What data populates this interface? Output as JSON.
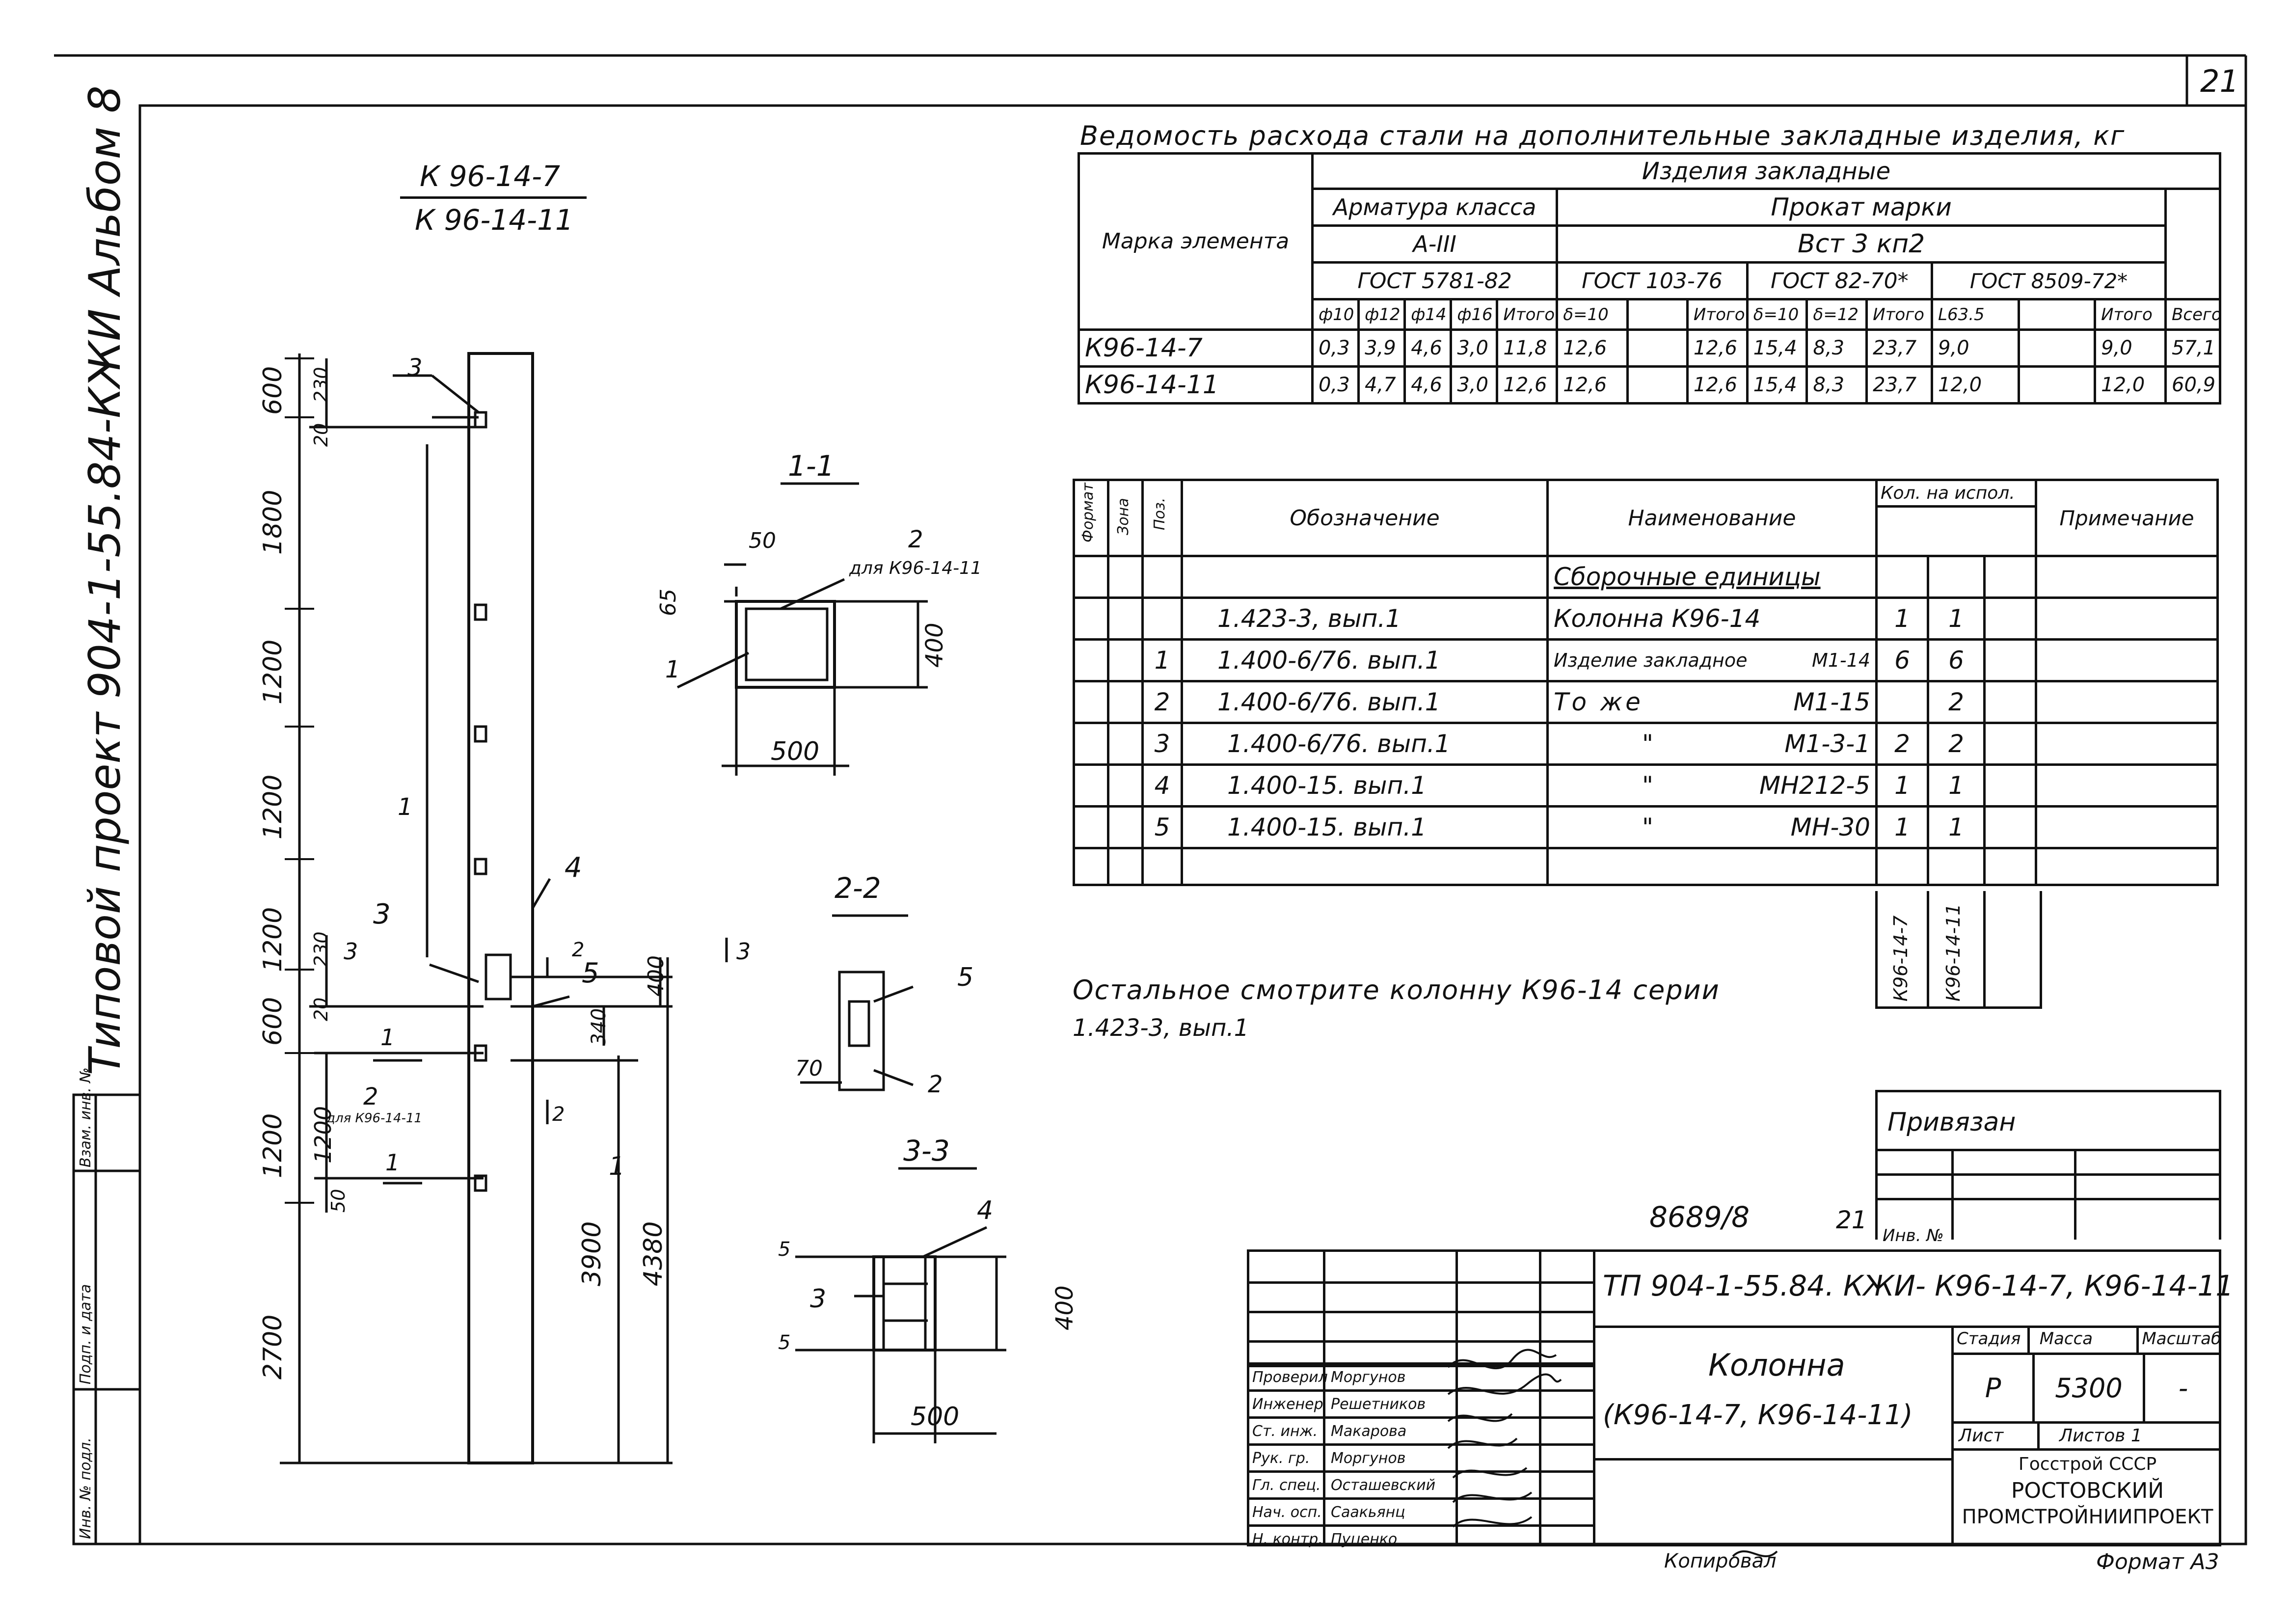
{
  "sheet_number": "21",
  "side_title": "Типовой проект  904-1-55.84-КЖИ Альбом 8",
  "side_stamp": [
    "Инв. № подл.",
    "Подп. и дата",
    "Взам. инв. №"
  ],
  "elevation": {
    "marks": [
      "К 96-14-7",
      "К 96-14-11"
    ],
    "dims_left": [
      "600",
      "1800",
      "1200",
      "1200",
      "1200",
      "600",
      "1200",
      "2700"
    ],
    "dims_small": [
      "230",
      "20",
      "230",
      "20",
      "1200",
      "50"
    ],
    "dims_right": [
      "400",
      "340",
      "3900",
      "4380"
    ],
    "pos_labels": [
      "3",
      "1",
      "3",
      "4",
      "5",
      "2",
      "1"
    ],
    "note_k11": "для К96-14-11",
    "sections": [
      "1",
      "1",
      "2",
      "2",
      "3",
      "3"
    ]
  },
  "section_1_1": {
    "title": "1-1",
    "dims": [
      "50",
      "65",
      "400",
      "500"
    ],
    "labels": [
      "2",
      "1"
    ],
    "note": "для К96-14-11"
  },
  "section_2_2": {
    "title": "2-2",
    "dims": [
      "70"
    ],
    "labels": [
      "5",
      "2"
    ]
  },
  "section_3_3": {
    "title": "3-3",
    "dims": [
      "5",
      "5",
      "400",
      "500"
    ],
    "labels": [
      "4",
      "3"
    ]
  },
  "steel_table": {
    "title": "Ведомость расхода стали на дополнительные закладные изделия, кг",
    "h_items": "Изделия закладные",
    "h_mark": "Марка элемента",
    "h_rebar": "Арматура класса",
    "h_rebar_class": "А-III",
    "h_rebar_gost": "ГОСТ 5781-82",
    "h_rolled": "Прокат марки",
    "h_rolled_grade": "Вст 3 кп2",
    "h_gost1": "ГОСТ 103-76",
    "h_gost2": "ГОСТ 82-70*",
    "h_gost3": "ГОСТ 8509-72*",
    "cols": [
      "ф10",
      "ф12",
      "ф14",
      "ф16",
      "Итого",
      "δ=10",
      "",
      "Итого",
      "δ=10",
      "δ=12",
      "Итого",
      "L63.5",
      "",
      "Итого",
      "Всего"
    ],
    "rows": [
      {
        "mark": "К96-14-7",
        "cells": [
          "0,3",
          "3,9",
          "4,6",
          "3,0",
          "11,8",
          "12,6",
          "",
          "12,6",
          "15,4",
          "8,3",
          "23,7",
          "9,0",
          "",
          "9,0",
          "57,1"
        ]
      },
      {
        "mark": "К96-14-11",
        "cells": [
          "0,3",
          "4,7",
          "4,6",
          "3,0",
          "12,6",
          "12,6",
          "",
          "12,6",
          "15,4",
          "8,3",
          "23,7",
          "12,0",
          "",
          "12,0",
          "60,9"
        ]
      }
    ]
  },
  "spec_table": {
    "h_format": "Формат",
    "h_zone": "Зона",
    "h_pos": "Поз.",
    "h_designation": "Обозначение",
    "h_name": "Наименование",
    "h_qty": "Кол. на испол.",
    "h_note": "Примечание",
    "section": "Сборочные единицы",
    "rows": [
      {
        "pos": "",
        "designation": "1.423-3, вып.1",
        "name": "Колонна  К96-14",
        "name2": "",
        "q1": "1",
        "q2": "1"
      },
      {
        "pos": "1",
        "designation": "1.400-6/76. вып.1",
        "name": "Изделие закладное",
        "name2": "М1-14",
        "q1": "6",
        "q2": "6"
      },
      {
        "pos": "2",
        "designation": "1.400-6/76. вып.1",
        "name": "То же",
        "name2": "М1-15",
        "q1": "",
        "q2": "2"
      },
      {
        "pos": "3",
        "designation": "1.400-6/76. вып.1",
        "name": "\"",
        "name2": "М1-3-1",
        "q1": "2",
        "q2": "2"
      },
      {
        "pos": "4",
        "designation": "1.400-15. вып.1",
        "name": "\"",
        "name2": "МН212-5",
        "q1": "1",
        "q2": "1"
      },
      {
        "pos": "5",
        "designation": "1.400-15. вып.1",
        "name": "\"",
        "name2": "МН-30",
        "q1": "1",
        "q2": "1"
      }
    ],
    "exec_labels": [
      "К96-14-7",
      "К96-14-11"
    ]
  },
  "note": [
    "Остальное смотрите  колонну К96-14 серии",
    "1.423-3, вып.1"
  ],
  "bound_label": "Привязан",
  "inv_label": "Инв. №",
  "doc_number": "8689/8",
  "doc_sheet": "21",
  "title_block": {
    "code": "ТП 904-1-55.84. КЖИ- К96-14-7, К96-14-11",
    "name": "Колонна",
    "name_sub": "(К96-14-7,  К96-14-11)",
    "h_stage": "Стадия",
    "h_mass": "Масса",
    "h_scale": "Масштаб",
    "stage": "Р",
    "mass": "5300",
    "scale": "-",
    "sheet_label": "Лист",
    "sheets_label": "Листов 1",
    "org": [
      "Госстрой СССР",
      "РОСТОВСКИЙ",
      "ПРОМСТРОЙНИИПРОЕКТ"
    ],
    "people": [
      {
        "role": "Проверил",
        "name": "Моргунов"
      },
      {
        "role": "Инженер",
        "name": "Решетников"
      },
      {
        "role": "Ст. инж.",
        "name": "Макарова"
      },
      {
        "role": "Рук. гр.",
        "name": "Моргунов"
      },
      {
        "role": "Гл. спец.",
        "name": "Осташевский"
      },
      {
        "role": "Нач. осп.",
        "name": "Саакьянц"
      },
      {
        "role": "Н. контр.",
        "name": "Пуценко"
      }
    ]
  },
  "copied": "Копировал",
  "format": "Формат А3"
}
